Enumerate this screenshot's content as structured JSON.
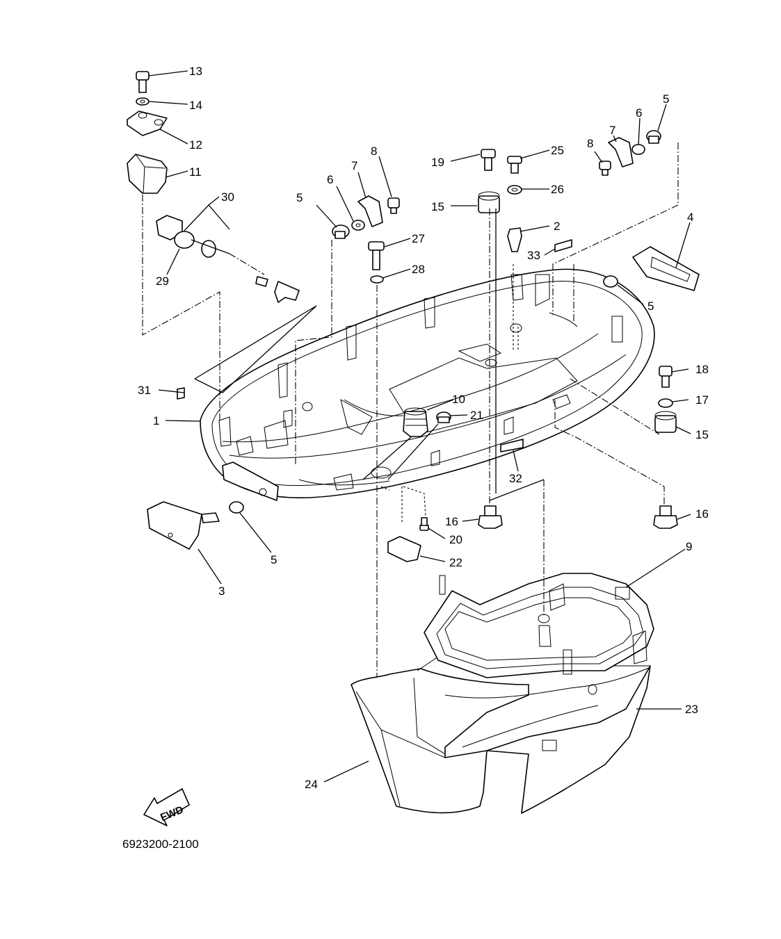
{
  "diagram": {
    "code": "6923200-2100",
    "fwd_label": "FWD",
    "labels": {
      "p1": "1",
      "p2": "2",
      "p3": "3",
      "p4": "4",
      "p5a": "5",
      "p5b": "5",
      "p5c": "5",
      "p5d": "5",
      "p6a": "6",
      "p6b": "6",
      "p7a": "7",
      "p7b": "7",
      "p8a": "8",
      "p8b": "8",
      "p9": "9",
      "p10": "10",
      "p11": "11",
      "p12": "12",
      "p13": "13",
      "p14": "14",
      "p15a": "15",
      "p15b": "15",
      "p16a": "16",
      "p16b": "16",
      "p17": "17",
      "p18": "18",
      "p19": "19",
      "p20": "20",
      "p21": "21",
      "p22": "22",
      "p23": "23",
      "p24": "24",
      "p25": "25",
      "p26": "26",
      "p27": "27",
      "p28": "28",
      "p29": "29",
      "p30": "30",
      "p31": "31",
      "p32": "32",
      "p33": "33"
    }
  }
}
